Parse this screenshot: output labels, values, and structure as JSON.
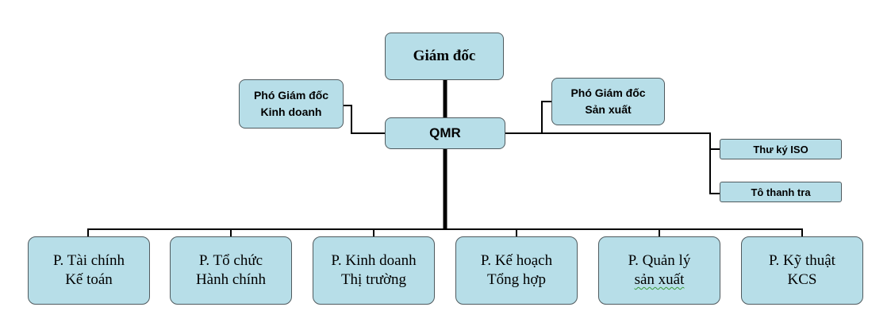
{
  "boxes": {
    "director": "Giám đốc",
    "deputy_business": [
      "Phó Giám đốc",
      "Kinh doanh"
    ],
    "deputy_production": [
      "Phó Giám đốc",
      "Sản xuất"
    ],
    "qmr": "QMR",
    "iso_secretary": "Thư ký ISO",
    "inspection_team": "Tô thanh tra"
  },
  "departments": [
    [
      "P. Tài chính",
      "Kế toán"
    ],
    [
      "P. Tổ chức",
      "Hành chính"
    ],
    [
      "P. Kinh doanh",
      "Thị trường"
    ],
    [
      "P. Kế hoạch",
      "Tổng hợp"
    ],
    [
      "P. Quản lý",
      "sản xuất"
    ],
    [
      "P. Kỹ thuật",
      "KCS"
    ]
  ],
  "colors": {
    "box_fill": "#b7dee8",
    "box_border": "#4f5a5e",
    "connector": "#000000"
  }
}
